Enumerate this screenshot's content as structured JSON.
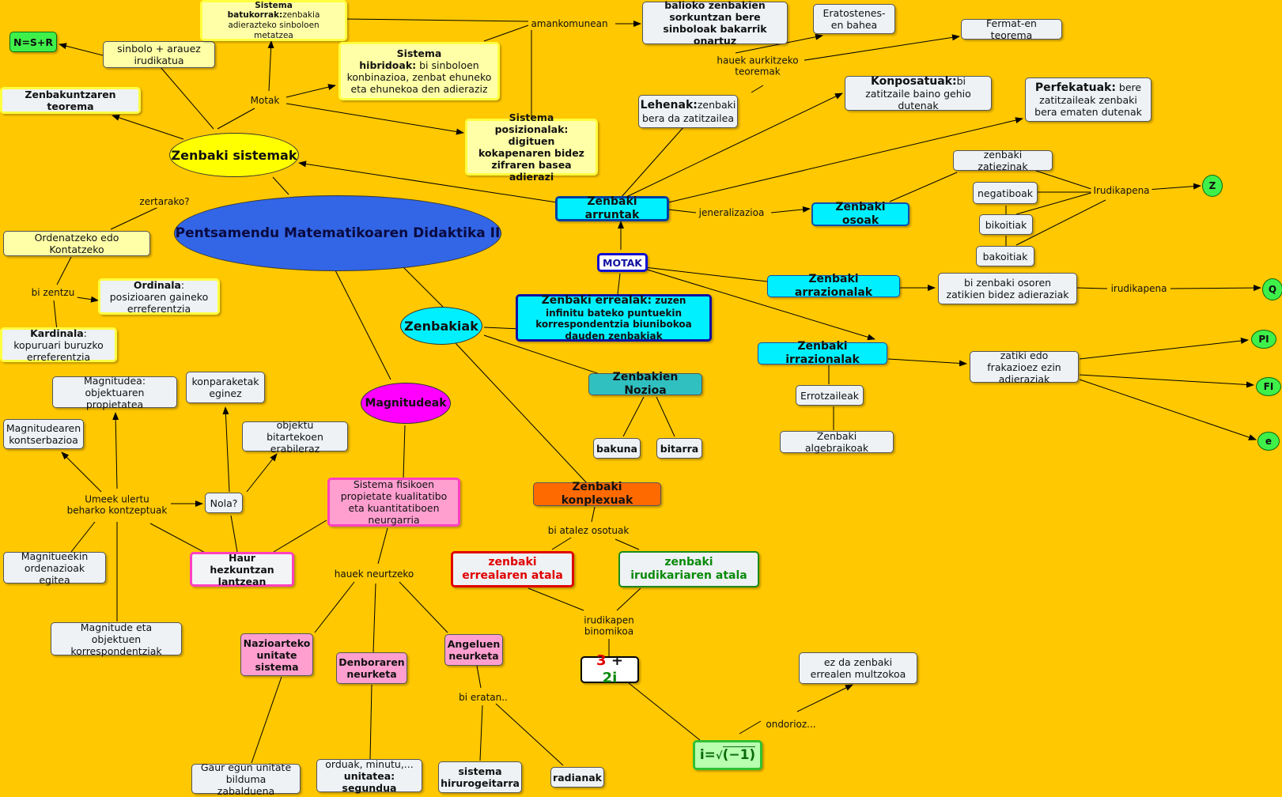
{
  "central": "Pentsamendu Matematikoaren Didaktika II",
  "nodes": {
    "zenbaki_sistemak": "Zenbaki sistemak",
    "zenbakiak": "Zenbakiak",
    "magnitudeak": "Magnitudeak",
    "motak_main": "MOTAK",
    "zenbaki_arruntak": "Zenbaki arruntak",
    "zenbaki_osoak": "Zenbaki osoak",
    "zenbaki_arrazionalak": "Zenbaki arrazionalak",
    "zenbaki_irrazionalak": "Zenbaki irrazionalak",
    "zenbakien_nozioa": "Zenbakien Nozioa",
    "zenbaki_konplexuak": "Zenbaki konplexuak",
    "zenbaki_errealak_bold": "Zenbaki errealak:",
    "zenbaki_errealak_rest": " zuzen infinitu bateko puntuekin korrespondentzia biunibokoa dauden zenbakiak",
    "bakuna": "bakuna",
    "bitarra": "bitarra",
    "nsr": "N=S+R",
    "sinbolo": "sinbolo + arauez irudikatua",
    "batukorrak_title": "Sistema",
    "batukorrak_bold": "batukorrak:",
    "batukorrak_rest": "zenbakia adierazteko sinboloen metatzea",
    "hibridoak_title": "Sistema",
    "hibridoak_bold": "hibridoak:",
    "hibridoak_rest": " bi sinboloen konbinazioa, zenbat ehuneko eta ehunekoa den adieraziz",
    "posizionalak_title": "Sistema",
    "posizionalak_bold": "posizionalak: digituen kokapenaren bidez zifraren basea adierazi",
    "balioko": "balioko zenbakien sorkuntzan bere sinboloak bakarrik onartuz",
    "eratostenes": "Eratostenes-en bahea",
    "fermat": "Fermat-en teorema",
    "teorema": "Zenbakuntzaren teorema",
    "ordenatzeko": "Ordenatzeko edo Kontatzeko",
    "ordinala_bold": "Ordinala",
    "ordinala_rest": ": posizioaren gaineko erreferentzia",
    "kardinala_bold": "Kardinala",
    "kardinala_rest": ": kopuruari buruzko erreferentzia",
    "lehenak_bold": "Lehenak:",
    "lehenak_rest": "zenbaki bera da zatitzailea",
    "konposatuak_bold": "Konposatuak:",
    "konposatuak_rest": "bi zatitzaile baino gehio dutenak",
    "perfekatuak_bold": "Perfekatuak:",
    "perfekatuak_rest": " bere zatitzaileak zenbaki bera ematen dutenak",
    "zatiezinak": "zenbaki zatiezinak",
    "negatiboak": "negatiboak",
    "bikoitiak": "bikoitiak",
    "bakoitiak": "bakoitiak",
    "bi_zenbaki": "bi zenbaki osoren zatikien bidez adieraziak",
    "zatiki": "zatiki edo frakazioez ezin adieraziak",
    "errotzaileak": "Errotzaileak",
    "algebraikoak": "Zenbaki algebraikoak",
    "z": "Z",
    "q": "Q",
    "pi": "PI",
    "fi": "FI",
    "e": "e",
    "magnitudea": "Magnitudea: objektuaren propietatea",
    "kontserbazioa": "Magnitudearen kontserbazioa",
    "konparaketak": "konparaketak eginez",
    "objektu": "objektu bitartekoen erabileraz",
    "nola": "Nola?",
    "ordenazioak": "Magnitueekin ordenazioak egitea",
    "korrespondentziak": "Magnitude eta objektuen korrespondentziak",
    "haur": "Haur hezkuntzan lantzean",
    "sistema_fisikoen": "Sistema fisikoen propietate kualitatibo eta kuantitatiboen neurgarria",
    "nazioarteko": "Nazioarteko unitate sistema",
    "denboraren": "Denboraren neurketa",
    "angeluen": "Angeluen neurketa",
    "gaur": "Gaur egun unitate bilduma zabalduena",
    "orduak": "orduak, minutu,...",
    "unitatea": "unitatea: segundua",
    "hirurogeitarra": "sistema hirurogeitarra",
    "radianak": "radianak",
    "erreal_atala": "zenbaki errealaren atala",
    "irudikari_atala": "zenbaki irudikariaren atala",
    "three": "3",
    "plus": " + ",
    "twoi": "2i",
    "ez_da": "ez da zenbaki errealen multzokoa",
    "i_prefix": "i=",
    "i_radical": "√",
    "i_radicand": "(−1)"
  },
  "labels": {
    "motak": "Motak",
    "amankomunean": "amankomunean",
    "hauek_aurkitzeko": "hauek aurkitzeko teoremak",
    "jeneralizazioa": "jeneralizazioa",
    "irudikapena_z": "Irudikapena",
    "irudikapena_q": "irudikapena",
    "zertarako": "zertarako?",
    "bi_zentzu": "bi zentzu",
    "umeek": "Umeek ulertu beharko kontzeptuak",
    "hauek_neurtzeko": "hauek neurtzeko",
    "bi_eratan": "bi eratan..",
    "bi_atalez": "bi atalez osotuak",
    "irudikapen_binomikoa": "irudikapen binomikoa",
    "ondorioz": "ondorioz..."
  },
  "colors": {
    "background": "#ffc800",
    "central": "#3366e6",
    "yellow": "#ffff00",
    "cyan": "#00f0ff",
    "magenta": "#ff00ff",
    "green": "#3ff04a",
    "orange": "#ff6a00",
    "pink": "#ff9fd0",
    "red": "#e00000",
    "darkgreen": "#0a8a0a"
  }
}
